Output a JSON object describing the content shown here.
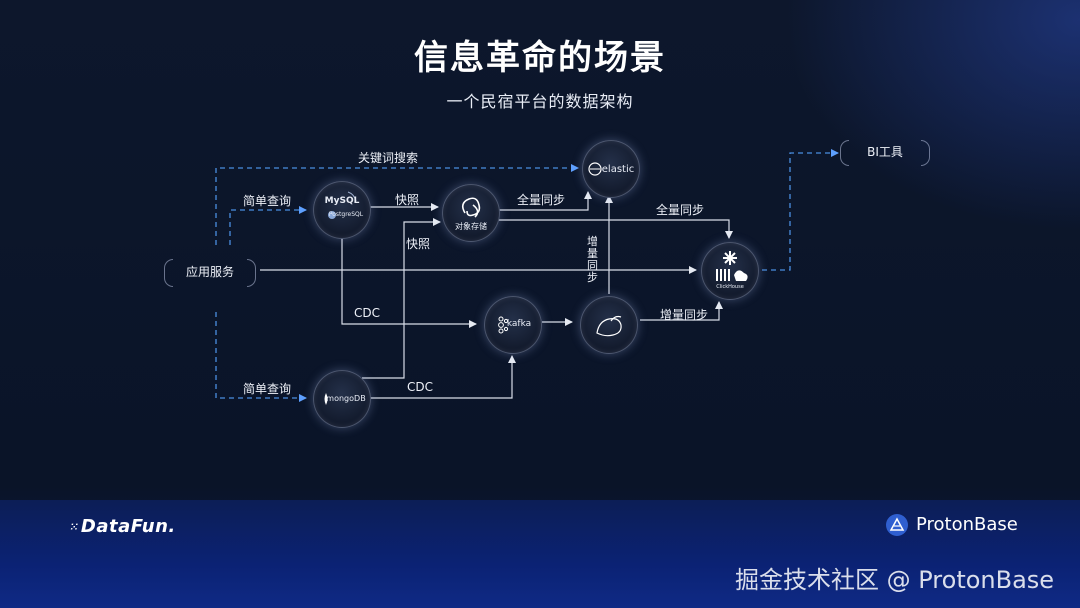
{
  "title": "信息革命的场景",
  "subtitle": "一个民宿平台的数据架构",
  "nodes": {
    "app_service": "应用服务",
    "mysql": "MySQL",
    "postgresql": "PostgreSQL",
    "object_storage": "对象存储",
    "elastic": "elastic",
    "kafka": "kafka",
    "flink": "",
    "mongodb": "mongoDB",
    "clickhouse": "ClickHouse",
    "bi_tool": "BI工具"
  },
  "edges": {
    "keyword_search": "关键词搜索",
    "simple_query_top": "简单查询",
    "snapshot_top": "快照",
    "full_sync_elastic": "全量同步",
    "full_sync_ch": "全量同步",
    "snapshot_mongo": "快照",
    "incremental_vertical": "增量同步",
    "cdc_mysql": "CDC",
    "incremental_ch": "增量同步",
    "simple_query_bottom": "简单查询",
    "cdc_mongo": "CDC"
  },
  "footer": {
    "datafun": "DataFun.",
    "protonbase": "ProtonBase",
    "watermark": "掘金技术社区 @ ProtonBase"
  },
  "colors": {
    "dashed_arrow": "#4a8ee0",
    "solid_arrow": "#d8dde8",
    "accent_blue": "#2f5fd0"
  }
}
